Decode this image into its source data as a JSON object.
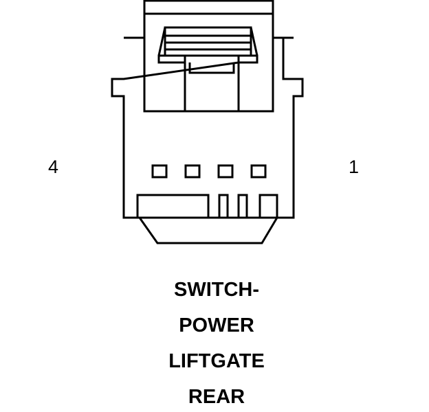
{
  "connector": {
    "pin_left_label": "4",
    "pin_right_label": "1",
    "cavity_count": 4
  },
  "caption": {
    "lines": [
      "SWITCH-",
      "POWER",
      "LIFTGATE",
      "REAR"
    ]
  }
}
